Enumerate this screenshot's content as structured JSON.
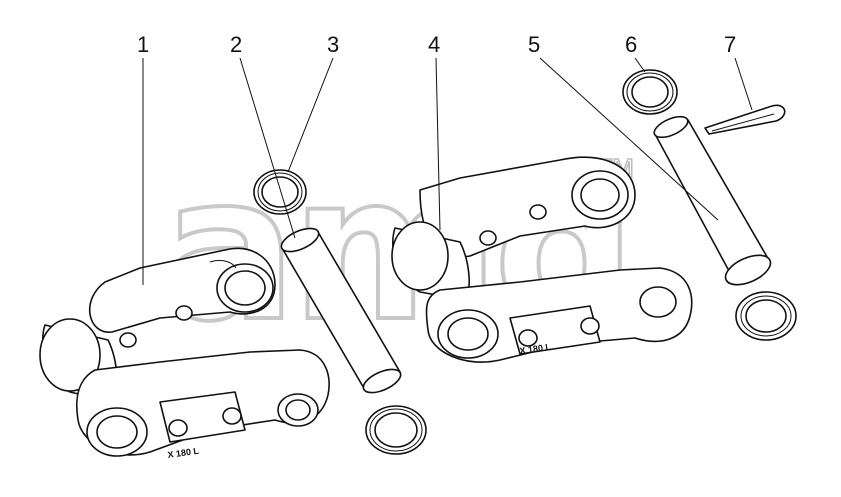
{
  "watermark": {
    "text": "amd",
    "mark": "TM"
  },
  "callouts": [
    {
      "id": "1",
      "label": "1"
    },
    {
      "id": "2",
      "label": "2"
    },
    {
      "id": "3",
      "label": "3"
    },
    {
      "id": "4",
      "label": "4"
    },
    {
      "id": "5",
      "label": "5"
    },
    {
      "id": "6",
      "label": "6"
    },
    {
      "id": "7",
      "label": "7"
    }
  ],
  "stamps": {
    "left": "X 180 L",
    "right": "X 180 L"
  },
  "parts": {
    "1": "track-link-assembly-left",
    "2": "track-pin",
    "3": "seal-ring",
    "4": "track-link-assembly-right",
    "5": "master-pin",
    "6": "seal-ring",
    "7": "cotter-pin"
  }
}
